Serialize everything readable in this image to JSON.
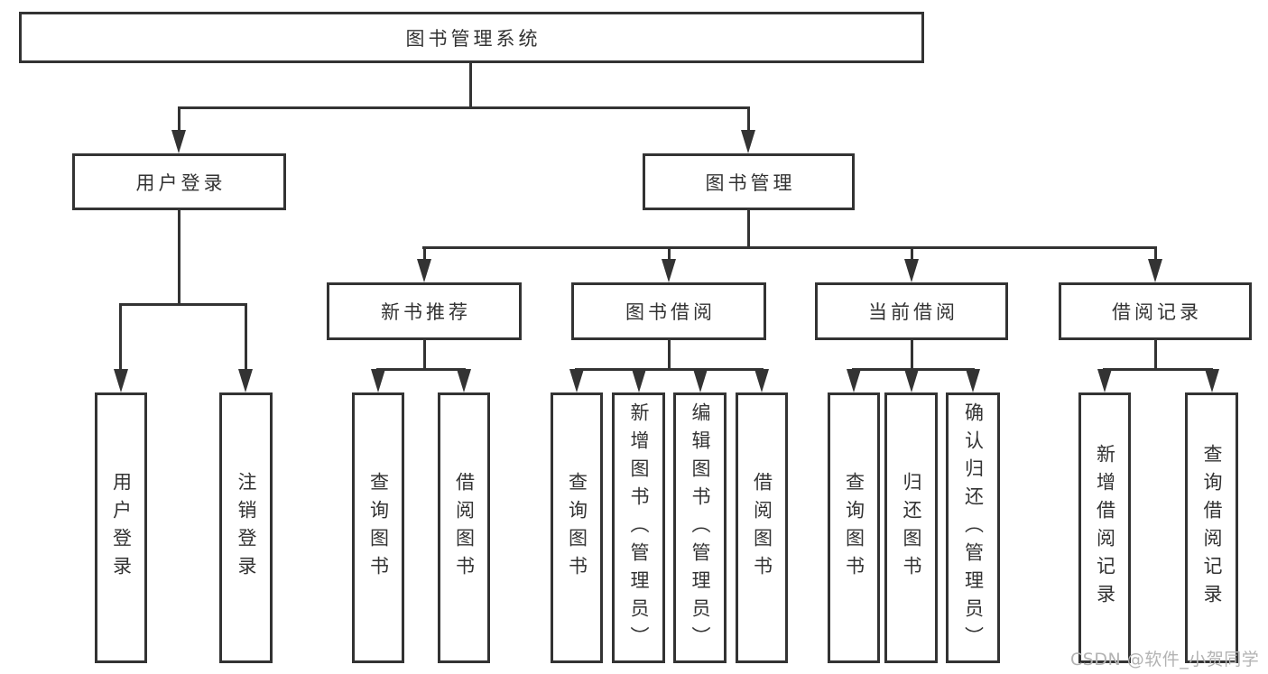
{
  "diagram": {
    "type": "hierarchy-tree",
    "nodes": {
      "root": "图书管理系统",
      "level2": [
        "用户登录",
        "图书管理"
      ],
      "level3": [
        "新书推荐",
        "图书借阅",
        "当前借阅",
        "借阅记录"
      ],
      "login_children": [
        "用户登录",
        "注销登录"
      ],
      "newbook_children": [
        "查询图书",
        "借阅图书"
      ],
      "borrow_children": [
        "查询图书",
        "新增图书（管理员）",
        "编辑图书（管理员）",
        "借阅图书"
      ],
      "current_children": [
        "查询图书",
        "归还图书",
        "确认归还（管理员）"
      ],
      "records_children": [
        "新增借阅记录",
        "查询借阅记录"
      ]
    },
    "colors": {
      "line": "#333333",
      "text": "#333333",
      "background": "#ffffff",
      "watermark": "#b3b3b3"
    }
  },
  "watermark": {
    "text": "CSDN @软件_小贺同学"
  }
}
